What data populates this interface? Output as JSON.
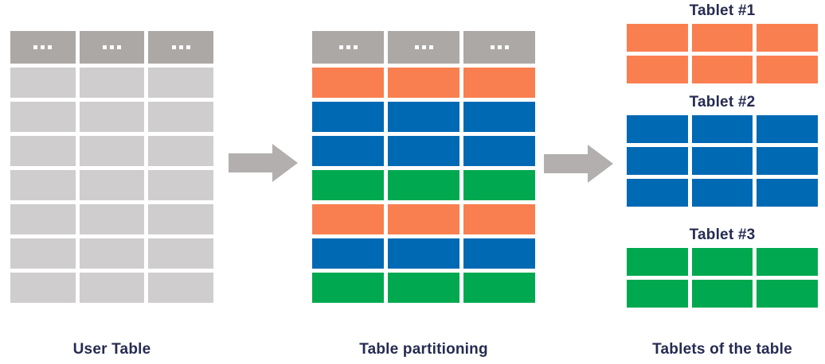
{
  "palette": {
    "header_gray": "#aca8a6",
    "cell_gray": "#cfcdcd",
    "orange": "#fa7f50",
    "blue": "#0069b4",
    "green": "#00a94f",
    "arrow_gray": "#b3afae",
    "text_navy": "#262b52",
    "background": "#ffffff"
  },
  "user_table": {
    "caption": "User Table",
    "columns": 3,
    "header_cell_text": "...",
    "header_color": "#aca8a6",
    "rows": [
      {
        "color": "#cfcdcd"
      },
      {
        "color": "#cfcdcd"
      },
      {
        "color": "#cfcdcd"
      },
      {
        "color": "#cfcdcd"
      },
      {
        "color": "#cfcdcd"
      },
      {
        "color": "#cfcdcd"
      },
      {
        "color": "#cfcdcd"
      }
    ]
  },
  "partitioned_table": {
    "caption": "Table partitioning",
    "columns": 3,
    "header_cell_text": "...",
    "header_color": "#aca8a6",
    "rows": [
      {
        "color": "#fa7f50",
        "partition": "Tablet #1"
      },
      {
        "color": "#0069b4",
        "partition": "Tablet #2"
      },
      {
        "color": "#0069b4",
        "partition": "Tablet #2"
      },
      {
        "color": "#00a94f",
        "partition": "Tablet #3"
      },
      {
        "color": "#fa7f50",
        "partition": "Tablet #1"
      },
      {
        "color": "#0069b4",
        "partition": "Tablet #2"
      },
      {
        "color": "#00a94f",
        "partition": "Tablet #3"
      }
    ]
  },
  "tablets": {
    "caption": "Tablets of the table",
    "items": [
      {
        "title": "Tablet #1",
        "color": "#fa7f50",
        "columns": 3,
        "rows": 2
      },
      {
        "title": "Tablet #2",
        "color": "#0069b4",
        "columns": 3,
        "rows": 3
      },
      {
        "title": "Tablet #3",
        "color": "#00a94f",
        "columns": 3,
        "rows": 2
      }
    ]
  },
  "arrows": [
    {
      "name": "arrow-table-to-partitioning",
      "direction": "right",
      "color": "#b3afae"
    },
    {
      "name": "arrow-partitioning-to-tablets",
      "direction": "right",
      "color": "#b3afae"
    }
  ]
}
